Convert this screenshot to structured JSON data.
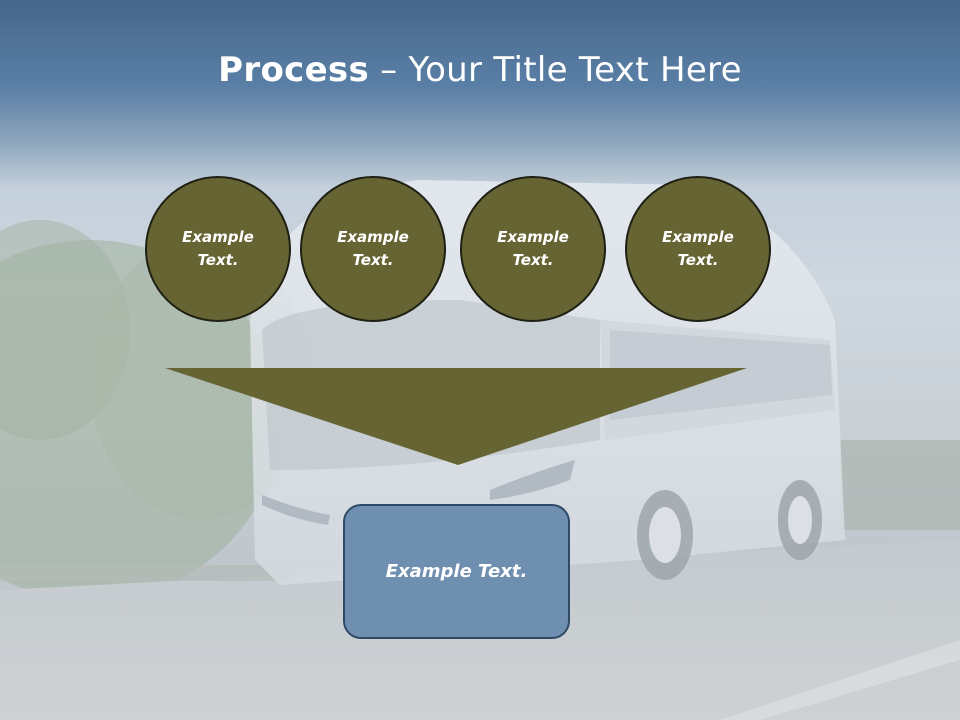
{
  "title": {
    "bold": "Process",
    "rest": " – Your Title Text Here"
  },
  "circles": [
    {
      "text": "Example Text."
    },
    {
      "text": "Example Text."
    },
    {
      "text": "Example Text."
    },
    {
      "text": "Example Text."
    }
  ],
  "result_box": {
    "text": "Example Text."
  },
  "colors": {
    "circle_fill": "#676434",
    "arrow_fill": "#676434",
    "box_fill": "#6f8fb1",
    "title_band": "#5a7fa6"
  },
  "background": {
    "image": "bus-on-highway-photo"
  }
}
